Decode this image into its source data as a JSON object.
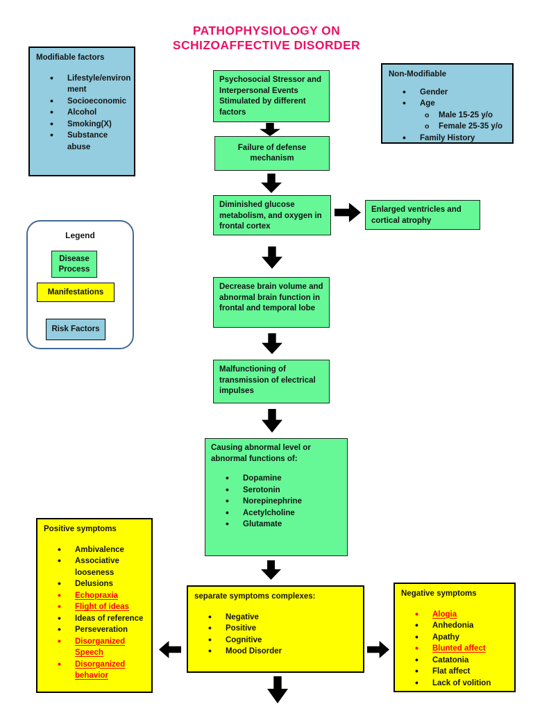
{
  "title": {
    "line1": "PATHOPHYSIOLOGY ON",
    "line2": "SCHIZOAFFECTIVE DISORDER"
  },
  "colors": {
    "green": "#66F797",
    "yellow": "#FFFF00",
    "blue": "#93CDDF",
    "pink": "#ED1164",
    "red": "#FF0000",
    "legend_border": "#3F6899",
    "arrow": "#000000"
  },
  "modifiable": {
    "title": "Modifiable factors",
    "items": [
      "Lifestyle/environment",
      "Socioeconomic",
      "Alcohol",
      "Smoking(X)",
      "Substance abuse"
    ]
  },
  "non_modifiable": {
    "title": "Non-Modifiable",
    "items": [
      "Gender",
      "Age",
      {
        "text": "Male 15-25 y/o",
        "sub": true
      },
      {
        "text": "Female 25-35 y/o",
        "sub": true
      },
      "Family History"
    ]
  },
  "legend": {
    "title": "Legend",
    "disease": "Disease Process",
    "manifestations": "Manifestations",
    "risk": "Risk Factors"
  },
  "flow": {
    "psychosocial": "Psychosocial Stressor and Interpersonal Events Stimulated by different factors",
    "defense": "Failure of defense mechanism",
    "glucose": "Diminished glucose metabolism, and oxygen in frontal cortex",
    "ventricles": "Enlarged ventricles and cortical atrophy",
    "brain_volume": "Decrease brain volume and abnormal brain function in frontal and temporal lobe",
    "impulses": "Malfunctioning of transmission of electrical impulses",
    "neurotransmitters": {
      "title": "Causing abnormal level or abnormal functions of:",
      "items": [
        "Dopamine",
        "Serotonin",
        "Norepinephrine",
        "Acetylcholine",
        "Glutamate"
      ]
    }
  },
  "symptoms": {
    "positive": {
      "title": "Positive symptoms",
      "items": [
        "Ambivalence",
        "Associative looseness",
        "Delusions",
        {
          "text": "Echopraxia",
          "red": true
        },
        {
          "text": "Flight of ideas",
          "red": true
        },
        "Ideas of reference",
        "Perseveration",
        {
          "text": "Disorganized Speech",
          "red": true
        },
        {
          "text": "Disorganized behavior",
          "red": true
        }
      ]
    },
    "complexes": {
      "title": "separate symptoms complexes:",
      "items": [
        "Negative",
        "Positive",
        "Cognitive",
        "Mood Disorder"
      ]
    },
    "negative": {
      "title": "Negative symptoms",
      "items": [
        {
          "text": "Alogia",
          "red": true
        },
        "Anhedonia",
        "Apathy",
        {
          "text": "Blunted affect",
          "red": true
        },
        "Catatonia",
        "Flat affect",
        "Lack of volition"
      ]
    }
  }
}
